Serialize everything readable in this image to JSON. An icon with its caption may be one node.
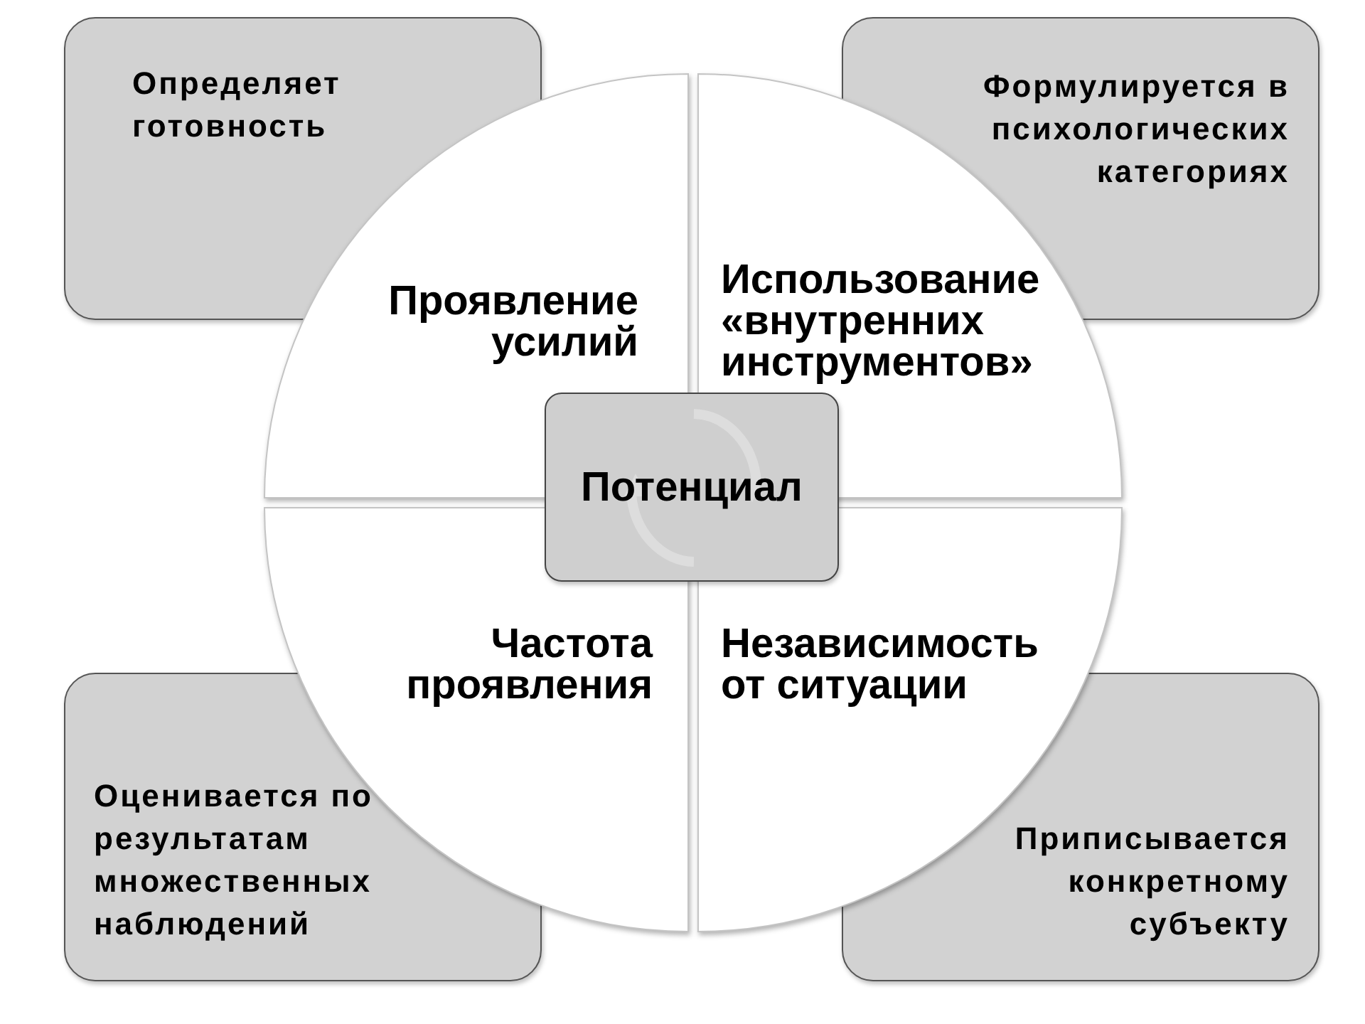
{
  "diagram": {
    "nodes": [
      {
        "text": [
          "Определяет готовность"
        ]
      },
      {
        "text": [
          "Формулируется в психологических категориях"
        ]
      },
      {
        "text": [
          "Проявление усилий"
        ]
      },
      {
        "text": [
          "Использование «внутренних инструментов»"
        ]
      },
      {
        "text": [
          "Потенциал"
        ]
      },
      {
        "text": [
          "Частота проявления"
        ]
      },
      {
        "text": [
          "Независимость от ситуации"
        ]
      },
      {
        "text": [
          "Оценивается по результатам множественных наблюдений"
        ]
      },
      {
        "text": [
          "Приписывается конкретному субъекту"
        ]
      }
    ]
  }
}
